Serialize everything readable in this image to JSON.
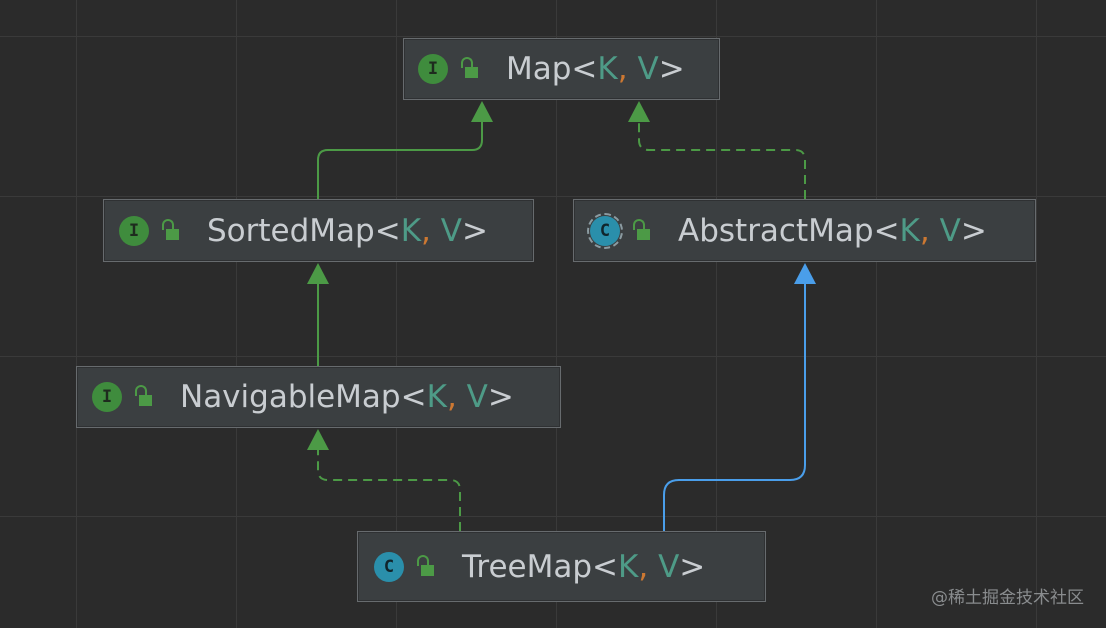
{
  "nodes": {
    "map": {
      "kind": "interface",
      "badge": "I",
      "name": "Map",
      "open": "<",
      "p1": "K",
      "sep": ",",
      "p2": "V",
      "close": ">"
    },
    "sorted_map": {
      "kind": "interface",
      "badge": "I",
      "name": "SortedMap",
      "open": "<",
      "p1": "K",
      "sep": ",",
      "p2": "V",
      "close": ">"
    },
    "abstract_map": {
      "kind": "abstract-class",
      "badge": "C",
      "name": "AbstractMap",
      "open": "<",
      "p1": "K",
      "sep": ",",
      "p2": "V",
      "close": ">"
    },
    "navigable_map": {
      "kind": "interface",
      "badge": "I",
      "name": "NavigableMap",
      "open": "<",
      "p1": "K",
      "sep": ",",
      "p2": "V",
      "close": ">"
    },
    "tree_map": {
      "kind": "class",
      "badge": "C",
      "name": "TreeMap",
      "open": "<",
      "p1": "K",
      "sep": ",",
      "p2": "V",
      "close": ">"
    }
  },
  "edges": [
    {
      "from": "sorted_map",
      "to": "map",
      "type": "extends",
      "style": "solid",
      "color": "#4c9a46"
    },
    {
      "from": "abstract_map",
      "to": "map",
      "type": "implements",
      "style": "dashed",
      "color": "#4c9a46"
    },
    {
      "from": "navigable_map",
      "to": "sorted_map",
      "type": "extends",
      "style": "solid",
      "color": "#4c9a46"
    },
    {
      "from": "tree_map",
      "to": "navigable_map",
      "type": "implements",
      "style": "dashed",
      "color": "#4c9a46"
    },
    {
      "from": "tree_map",
      "to": "abstract_map",
      "type": "extends",
      "style": "solid",
      "color": "#4a9eea"
    }
  ],
  "colors": {
    "background": "#2b2b2b",
    "node_fill": "#3b3f41",
    "node_border": "#676b6e",
    "interface_badge": "#3f8c3d",
    "class_badge": "#2a8fab",
    "type_param": "#4e9b87",
    "separator": "#cc7832",
    "green_edge": "#4c9a46",
    "blue_edge": "#4a9eea"
  },
  "icons": {
    "interface": "interface-icon",
    "class": "class-icon",
    "abstract": "abstract-class-icon",
    "visibility": "public-lock-icon"
  },
  "watermark": "@稀土掘金技术社区"
}
